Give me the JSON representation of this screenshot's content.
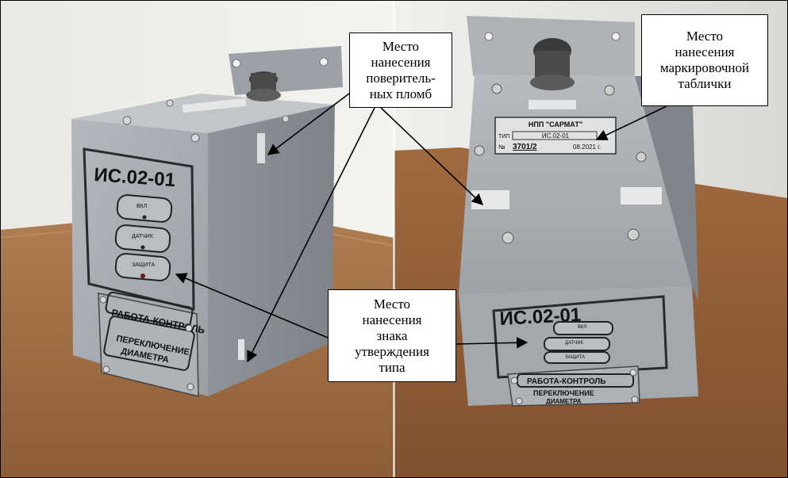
{
  "callouts": {
    "seals": "Место\nнанесения\nповеритель-\nных пломб",
    "plate": "Место\nнанесения\nмаркировочной\nтаблички",
    "type_approval": "Место\nнанесения\nзнака\nутверждения\nтипа"
  },
  "left_device": {
    "model": "ИС.02-01",
    "indicators": [
      "ВКЛ",
      "ДАТЧИК",
      "ЗАЩИТА"
    ],
    "switch_labels": [
      "РАБОТА-КОНТРОЛЬ",
      "ПЕРЕКЛЮЧЕНИЕ",
      "ДИАМЕТРА"
    ]
  },
  "right_device": {
    "model": "ИС.02-01",
    "indicators": [
      "ВКЛ",
      "ДАТЧИК",
      "ЗАЩИТА"
    ],
    "switch_labels": [
      "РАБОТА-КОНТРОЛЬ",
      "ПЕРЕКЛЮЧЕНИЕ",
      "ДИАМЕТРА"
    ],
    "nameplate": {
      "maker": "НПП \"САРМАТ\"",
      "type_label": "ТИП",
      "type_value": "ИС.02-01",
      "number_label": "№",
      "number_value": "3701/2",
      "date": "08.2021 г."
    }
  },
  "colors": {
    "wall": "#ecebe6",
    "table": "#9c6a40",
    "body": "#a7acb1",
    "arrow": "#000000"
  }
}
